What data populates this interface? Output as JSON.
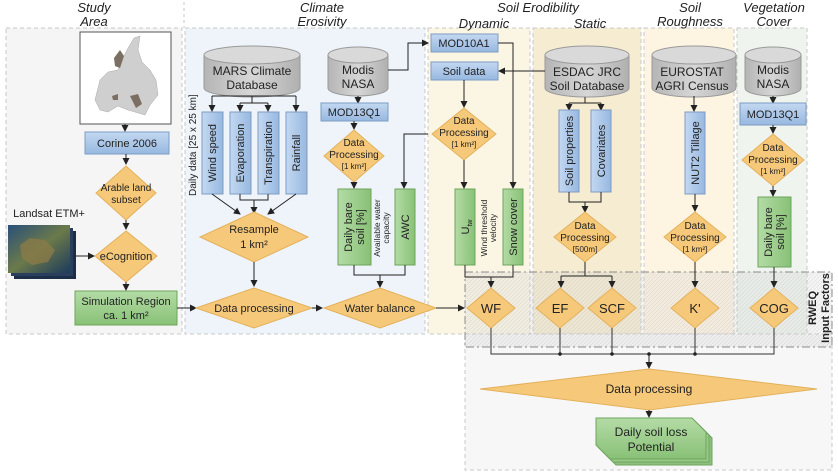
{
  "headers": {
    "study_area": [
      "Study",
      "Area"
    ],
    "climate_erosivity": [
      "Climate",
      "Erosivity"
    ],
    "soil_erodibility": "Soil Erodibility",
    "dynamic": "Dynamic",
    "static": "Static",
    "soil_roughness": [
      "Soil",
      "Roughness"
    ],
    "vegetation_cover": [
      "Vegetation",
      "Cover"
    ]
  },
  "study_area": {
    "corine": "Corine 2006",
    "arable": [
      "Arable land",
      "subset"
    ],
    "landsat": "Landsat ETM+",
    "ecognition": "eCognition",
    "simulation": [
      "Simulation Region",
      "ca. 1 km²"
    ]
  },
  "climate": {
    "mars_db": [
      "MARS Climate",
      "Database"
    ],
    "daily_data": "Daily data [25 x 25 km]",
    "vars": [
      "Wind speed",
      "Evaporation",
      "Transpiration",
      "Rainfall"
    ],
    "resample": [
      "Resample",
      "1 km²"
    ],
    "data_processing": "Data processing",
    "modis": [
      "Modis",
      "NASA"
    ],
    "mod13q1": "MOD13Q1",
    "proc": [
      "Data",
      "Processing",
      "[1 km²]"
    ],
    "bare_soil": [
      "Daily bare",
      "soil [%]"
    ],
    "awc_desc": [
      "Available water",
      "capacity"
    ],
    "awc": "AWC",
    "water_balance": "Water balance"
  },
  "dynamic": {
    "mod10a1": "MOD10A1",
    "soil_data": "Soil data",
    "proc": [
      "Data",
      "Processing",
      "[1 km²]"
    ],
    "utw": "U",
    "utw_sub": "tw",
    "utw_desc": [
      "Wind threshold",
      "velocity"
    ],
    "snow": "Snow cover",
    "wf": "WF"
  },
  "static": {
    "esdac": [
      "ESDAC JRC",
      "Soil Database"
    ],
    "soil_props": "Soil properties",
    "covariates": "Covariates",
    "proc": [
      "Data",
      "Processing",
      "[500m]"
    ],
    "ef": "EF",
    "scf": "SCF"
  },
  "roughness": {
    "eurostat": [
      "EUROSTAT",
      "AGRI Census"
    ],
    "nut2": "NUT2 Tillage",
    "proc": [
      "Data",
      "Processing",
      "[1 km²]"
    ],
    "k": "K'"
  },
  "vegetation": {
    "modis": [
      "Modis",
      "NASA"
    ],
    "mod13q1": "MOD13Q1",
    "proc": [
      "Data",
      "Processing",
      "[1 km²]"
    ],
    "bare_soil": [
      "Daily bare",
      "soil [%]"
    ],
    "cog": "COG"
  },
  "rweq": [
    "RWEQ",
    "Input Factors"
  ],
  "final": {
    "data_processing": "Data processing",
    "output": [
      "Daily soil loss",
      "Potential"
    ]
  },
  "colors": {
    "blue_box": "#a9c6e8",
    "green_box": "#9fcf8f",
    "diamond": "#f6c879",
    "cylinder": "#c8c8c8"
  }
}
